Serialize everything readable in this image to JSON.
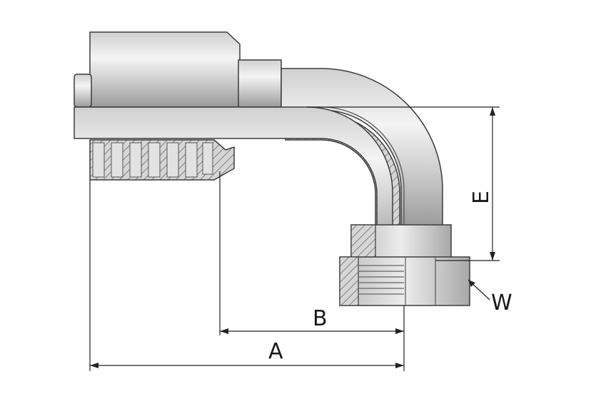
{
  "dimensions": {
    "a": "A",
    "b": "B",
    "e": "E",
    "w": "W"
  },
  "colors": {
    "metal_light": "#f0f0f0",
    "metal_mid": "#c8c8c8",
    "metal_dark": "#8e8e8e",
    "outline": "#3c3c3c",
    "dimension_line": "#222222"
  }
}
